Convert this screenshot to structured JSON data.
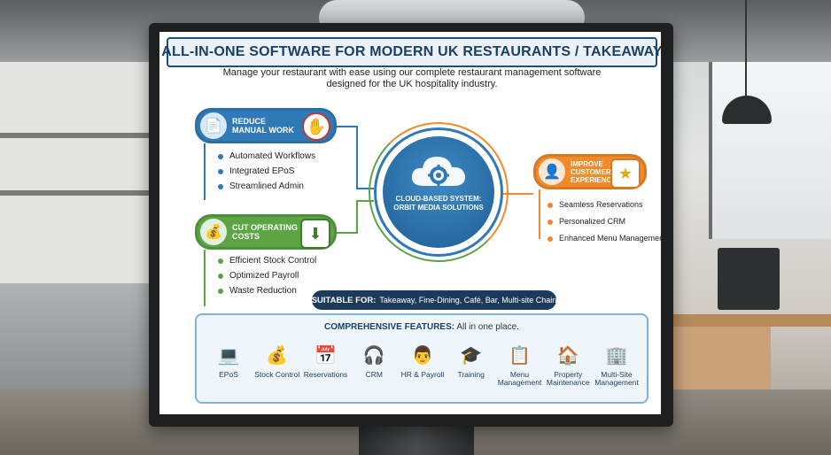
{
  "screen": {
    "title": "ALL-IN-ONE SOFTWARE FOR MODERN UK RESTAURANTS / TAKEAWAY",
    "subtitle": "Manage your restaurant with ease using our complete restaurant management software designed for the UK hospitality industry.",
    "center": {
      "label_line1": "CLOUD-BASED SYSTEM:",
      "label_line2": "ORBIT MEDIA SOLUTIONS",
      "icon": "cloud-gear-icon"
    },
    "benefits": [
      {
        "title_line1": "REDUCE",
        "title_line2": "MANUAL WORK",
        "icon": "documents-icon",
        "badge_icon": "no-hand-icon",
        "color": "#2f7ab6",
        "items": [
          "Automated Workflows",
          "Integrated EPoS",
          "Streamlined Admin"
        ]
      },
      {
        "title_line1": "CUT OPERATING",
        "title_line2": "COSTS",
        "icon": "money-bag-icon",
        "badge_icon": "arrow-down-icon",
        "color": "#5da445",
        "items": [
          "Efficient Stock Control",
          "Optimized Payroll",
          "Waste Reduction"
        ]
      },
      {
        "title_line1": "IMPROVE",
        "title_line2": "CUSTOMER",
        "title_line3": "EXPERIENCE",
        "icon": "customer-icon",
        "badge_icon": "star-icon",
        "color": "#ef8b2c",
        "items": [
          "Seamless Reservations",
          "Personalized CRM",
          "Enhanced Menu Management"
        ]
      }
    ],
    "suitable_for": {
      "label": "SUITABLE FOR:",
      "value": "Takeaway, Fine-Dining, Café, Bar, Multi-site Chain"
    },
    "features": {
      "heading_bold": "COMPREHENSIVE FEATURES:",
      "heading_normal": "All in one place.",
      "items": [
        {
          "label": "EPoS",
          "icon": "pos-terminal-icon"
        },
        {
          "label": "Stock Control",
          "icon": "money-bag-icon"
        },
        {
          "label": "Reservations",
          "icon": "calendar-icon"
        },
        {
          "label": "CRM",
          "icon": "headset-icon"
        },
        {
          "label": "HR & Payroll",
          "icon": "person-money-icon"
        },
        {
          "label": "Training",
          "icon": "graduation-cap-icon"
        },
        {
          "label": "Menu Management",
          "icon": "menu-icon"
        },
        {
          "label": "Property Maintenance",
          "icon": "house-icon"
        },
        {
          "label": "Multi-Site Management",
          "icon": "buildings-icon"
        }
      ]
    }
  }
}
